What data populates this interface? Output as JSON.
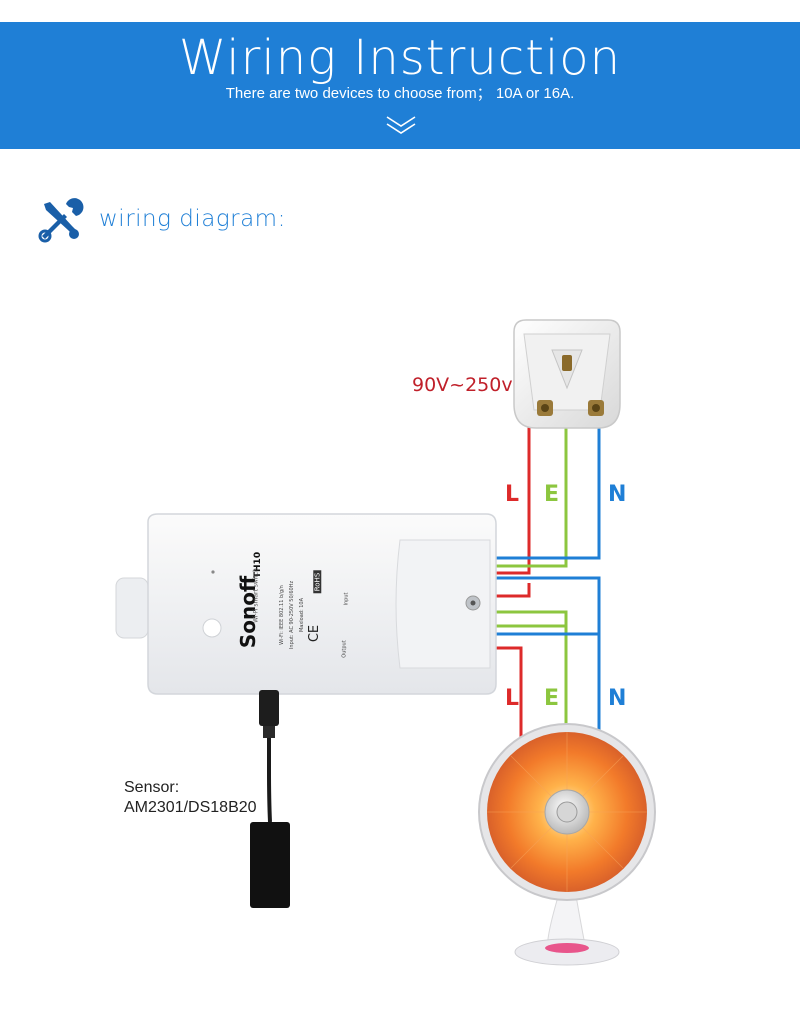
{
  "header": {
    "title": "Wiring Instruction",
    "subtitle": "There are two devices to choose from； 10A or 16A."
  },
  "section": {
    "label": "wiring diagram:"
  },
  "diagram": {
    "voltage": "90V~250v",
    "top_labels": {
      "L": "L",
      "E": "E",
      "N": "N"
    },
    "bottom_labels": {
      "L": "L",
      "E": "E",
      "N": "N"
    },
    "sensor_label": "Sensor:",
    "sensor_model": "AM2301/DS18B20",
    "device": {
      "brand": "Sonoff",
      "model": "TH10",
      "subtitle": "Wi-Fi smart switch",
      "spec_wifi": "Wi-Fi: IEEE 802.11 b/g/n",
      "spec_input": "Input: AC 90-250V 50/60Hz",
      "spec_max": "Maxload: 10A",
      "input_label": "Input",
      "output_label": "Output",
      "ce": "CE",
      "rohs": "RoHS"
    },
    "colors": {
      "live": "#dd2a2a",
      "earth": "#8cc63f",
      "neutral": "#1f7fd6"
    }
  }
}
